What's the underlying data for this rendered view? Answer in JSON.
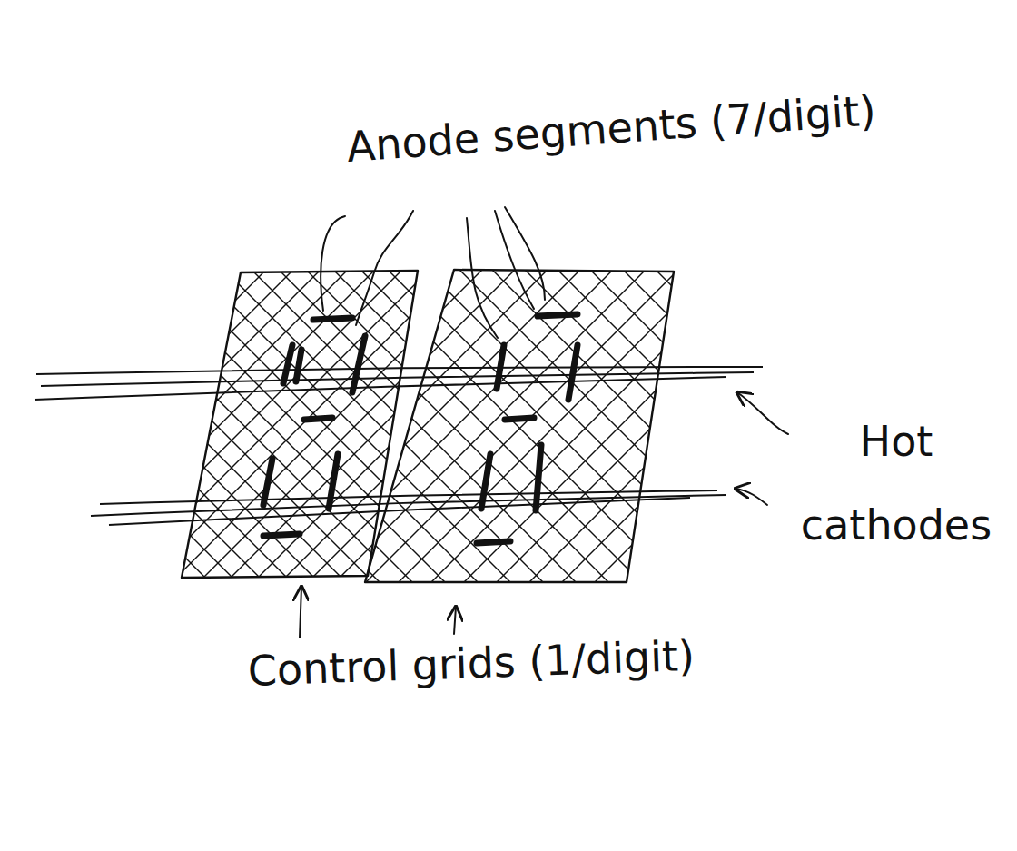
{
  "diagram": {
    "labels": [
      "Anode segments (7/digit)",
      "Hot cathodes",
      "Control grids (1/digit)"
    ]
  }
}
